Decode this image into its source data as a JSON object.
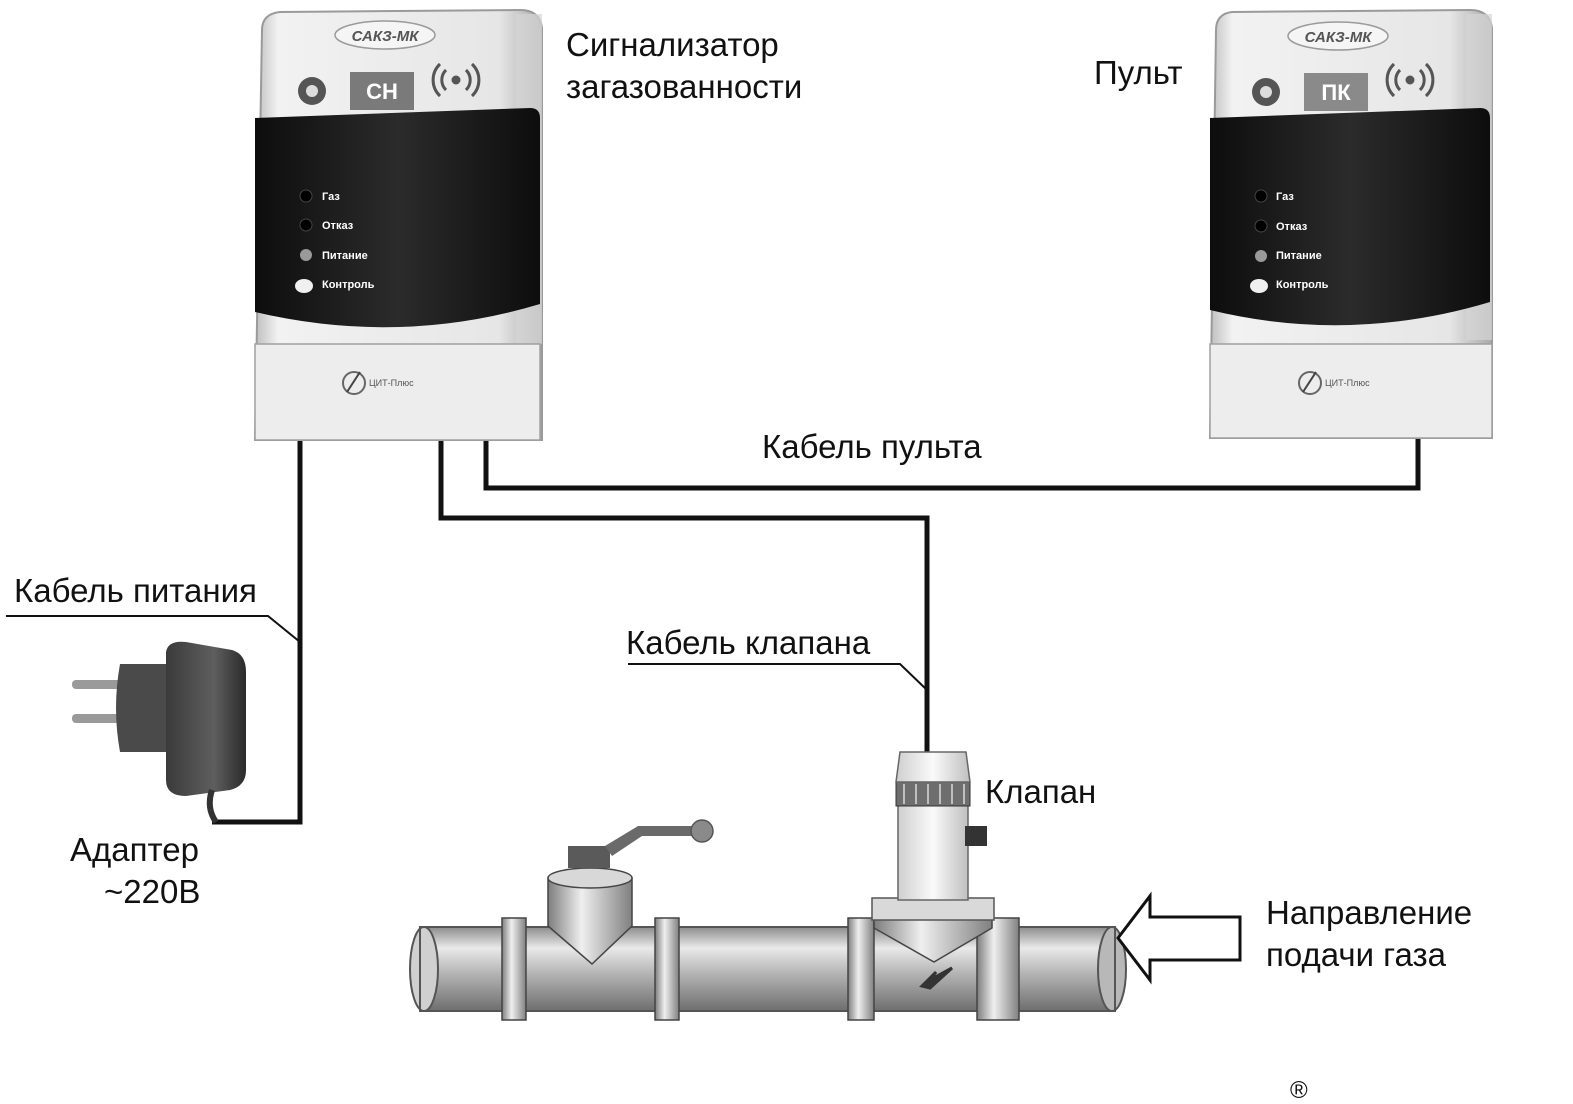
{
  "labels": {
    "signalizer": [
      "Сигнализатор",
      "загазованности"
    ],
    "remote": "Пульт",
    "remote_cable": "Кабель пульта",
    "power_cable": "Кабель питания",
    "valve_cable": "Кабель клапана",
    "valve": "Клапан",
    "adapter": [
      "Адаптер",
      "~220В"
    ],
    "gas_direction": [
      "Направление",
      "подачи газа"
    ],
    "registered_mark": "®"
  },
  "devices": {
    "signalizer": {
      "brand": "САКЗ-МК",
      "code": "СН",
      "indicators": [
        "Газ",
        "Отказ",
        "Питание",
        "Контроль"
      ],
      "manufacturer": "ЦИТ-Плюс"
    },
    "remote": {
      "brand": "САКЗ-МК",
      "code": "ПК",
      "indicators": [
        "Газ",
        "Отказ",
        "Питание",
        "Контроль"
      ],
      "manufacturer": "ЦИТ-Плюс"
    }
  },
  "colors": {
    "cable": "#111111",
    "device_body": "#e8e8e8",
    "device_panel": "#1e1e1e",
    "code_badge": "#7a7a7a",
    "pipe": "#b5b5b5"
  }
}
